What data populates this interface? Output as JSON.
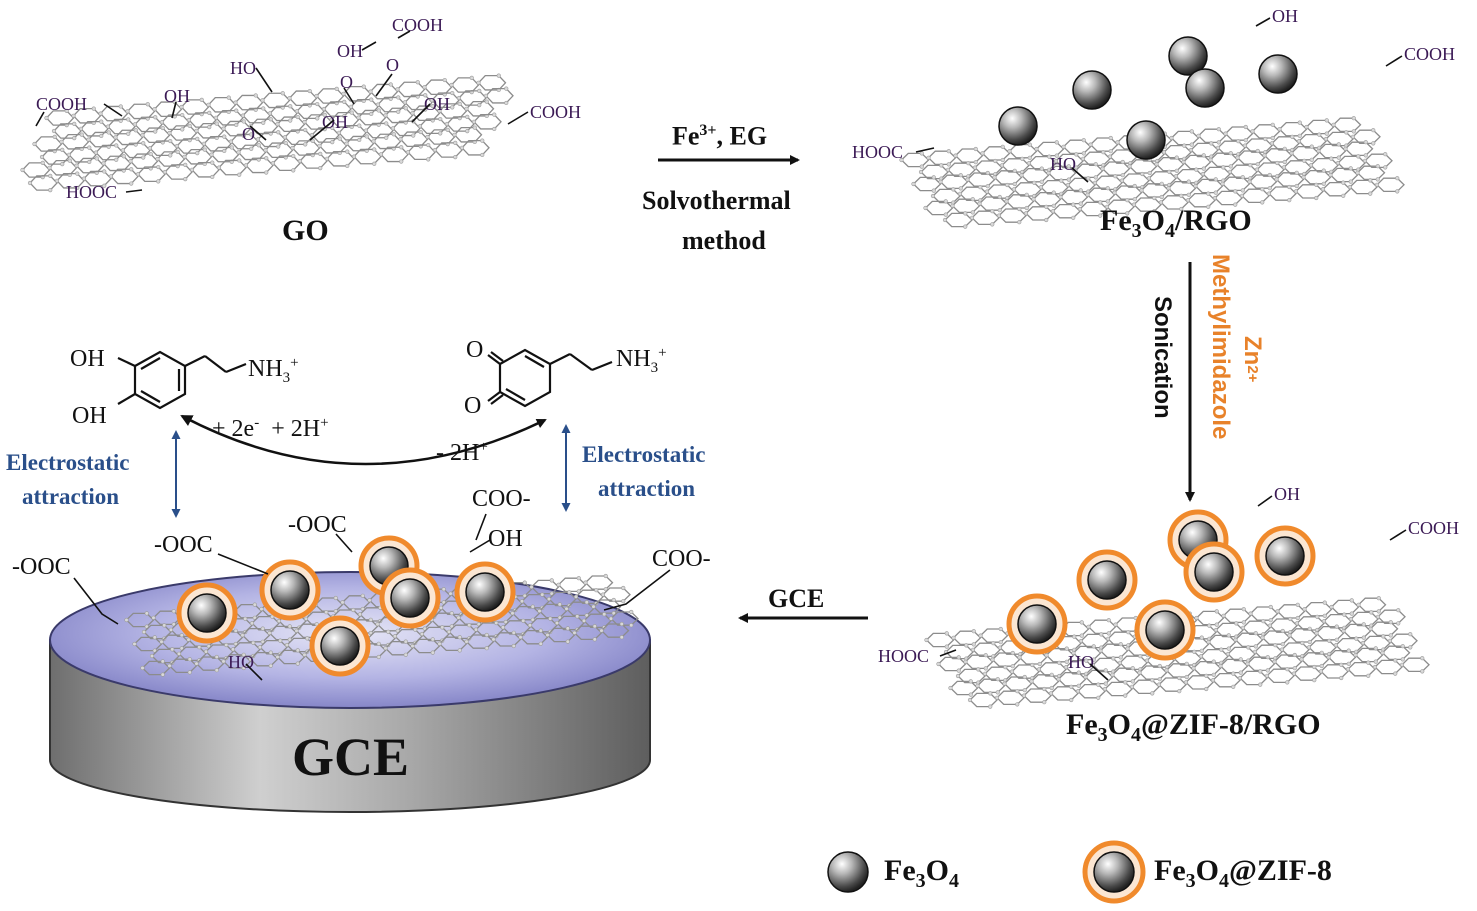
{
  "labels": {
    "go": "GO",
    "fe3o4_rgo_main": "Fe",
    "fe3o4_rgo_sub1": "3",
    "fe3o4_rgo_o": "O",
    "fe3o4_rgo_sub2": "4",
    "fe3o4_rgo_tail": "/RGO",
    "zif_rgo_tail": "@ZIF-8/RGO",
    "gce_disk": "GCE"
  },
  "step1": {
    "reagent_main": "Fe",
    "reagent_sup": "3+",
    "reagent_tail": ", EG",
    "line1": "Solvothermal",
    "line2": "method"
  },
  "step2": {
    "zn": "Zn",
    "zn_sup": "2+",
    "methyl": "Methylimidazole",
    "sonication": "Sonication"
  },
  "step3": {
    "label": "GCE"
  },
  "go_groups": {
    "cooh_top": "COOH",
    "oh_top": "OH",
    "ho": "HO",
    "o1": "O",
    "o2": "O",
    "cooh_left": "COOH",
    "oh_left": "OH",
    "oh_right": "OH",
    "o3": "O",
    "oh_mid": "OH",
    "cooh_right": "COOH",
    "hooc": "HOOC"
  },
  "rgo_groups": {
    "oh": "OH",
    "cooh": "COOH",
    "hooc": "HOOC",
    "ho": "HO"
  },
  "zif_groups": {
    "oh": "OH",
    "cooh": "COOH",
    "hooc": "HOOC",
    "ho": "HO"
  },
  "gce_groups": {
    "ooc_left": "-OOC",
    "ooc_mid": "-OOC",
    "ooc_top": "-OOC",
    "coo_top": "COO-",
    "oh": "OH",
    "coo_right": "COO-",
    "ho": "HO"
  },
  "reaction": {
    "oh1": "OH",
    "oh2": "OH",
    "nh3_left": "NH",
    "nh3_left_sub": "3",
    "nh3_left_sup": "+",
    "o1": "O",
    "o2": "O",
    "nh3_right": "NH",
    "nh3_right_sub": "3",
    "nh3_right_sup": "+",
    "forward": "+ 2e",
    "forward_sup": "-",
    "forward2": "+ 2H",
    "forward2_sup": "+",
    "backward": "- 2H",
    "backward_sup": "+"
  },
  "electrostatic_left": {
    "line1": "Electrostatic",
    "line2": "attraction"
  },
  "electrostatic_right": {
    "line1": "Electrostatic",
    "line2": "attraction"
  },
  "legend": {
    "item1_main": "Fe",
    "item1_sub1": "3",
    "item1_o": "O",
    "item1_sub2": "4",
    "item2_main": "Fe",
    "item2_sub1": "3",
    "item2_o": "O",
    "item2_sub2": "4",
    "item2_tail": "@ZIF-8"
  },
  "colors": {
    "functional_group_text": "#3b1a55",
    "electrostatic_text": "#2a4f8a",
    "zif_shell": "#f08a2c",
    "methylimidazole_text": "#e8822a",
    "gce_top": "#9a9ad6",
    "gce_side": "#8c8c8c"
  }
}
